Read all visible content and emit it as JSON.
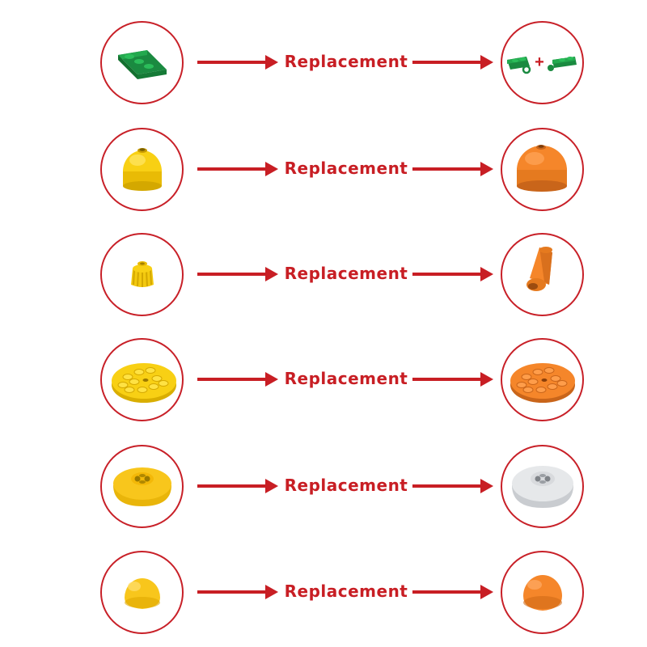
{
  "colors": {
    "accent": "#c81e24",
    "green": "#1f9a48",
    "yellow": "#f8d014",
    "orange": "#f5862a",
    "white_part": "#e6e8ea"
  },
  "rows": [
    {
      "label": "Replacement",
      "from_icon": "green-hinge-plate-icon",
      "to_icon": "green-hinge-plates-split-icon",
      "plus": "+"
    },
    {
      "label": "Replacement",
      "from_icon": "yellow-dome-brick-icon",
      "to_icon": "orange-dome-brick-icon"
    },
    {
      "label": "Replacement",
      "from_icon": "yellow-flower-stud-icon",
      "to_icon": "orange-cone-icon"
    },
    {
      "label": "Replacement",
      "from_icon": "yellow-round-plate-icon",
      "to_icon": "orange-round-plate-icon"
    },
    {
      "label": "Replacement",
      "from_icon": "yellow-dish-icon",
      "to_icon": "white-dish-icon"
    },
    {
      "label": "Replacement",
      "from_icon": "yellow-half-sphere-icon",
      "to_icon": "orange-half-sphere-icon"
    }
  ]
}
